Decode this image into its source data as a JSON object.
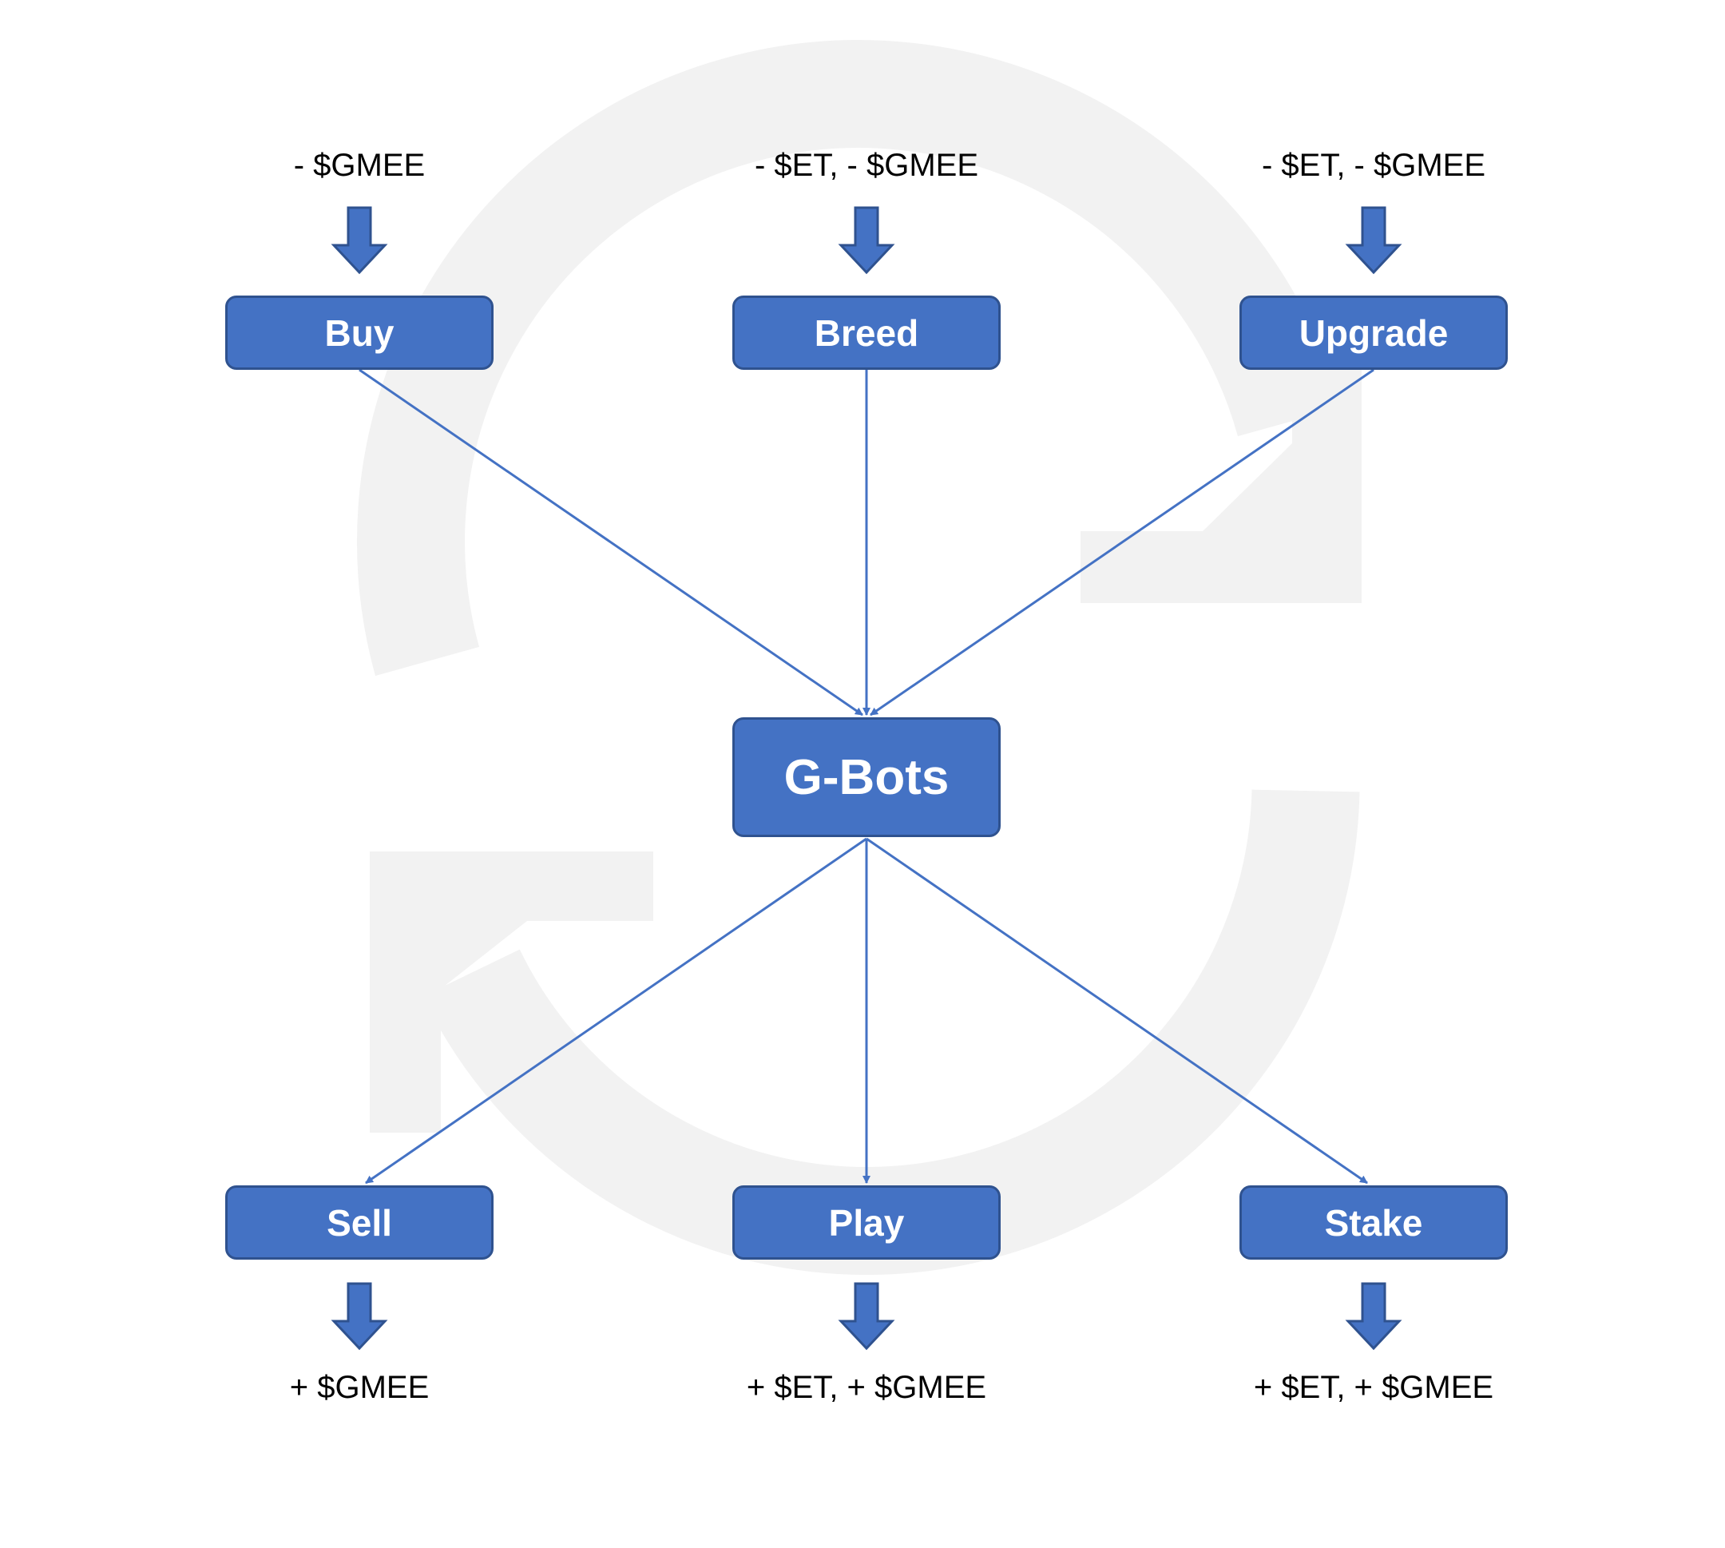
{
  "center_node": {
    "label": "G-Bots"
  },
  "inputs": [
    {
      "label": "Buy",
      "cost": "- $GMEE"
    },
    {
      "label": "Breed",
      "cost": "- $ET, - $GMEE"
    },
    {
      "label": "Upgrade",
      "cost": "- $ET, - $GMEE"
    }
  ],
  "outputs": [
    {
      "label": "Sell",
      "reward": "+ $GMEE"
    },
    {
      "label": "Play",
      "reward": "+ $ET, + $GMEE"
    },
    {
      "label": "Stake",
      "reward": "+ $ET, + $GMEE"
    }
  ],
  "colors": {
    "node_fill": "#4472c4",
    "node_border": "#2f528f",
    "connector": "#4472c4",
    "background_cycle": "#f2f2f2"
  },
  "icons": {
    "background": "refresh-cycle-icon",
    "flow_arrow": "arrow-down-icon"
  }
}
